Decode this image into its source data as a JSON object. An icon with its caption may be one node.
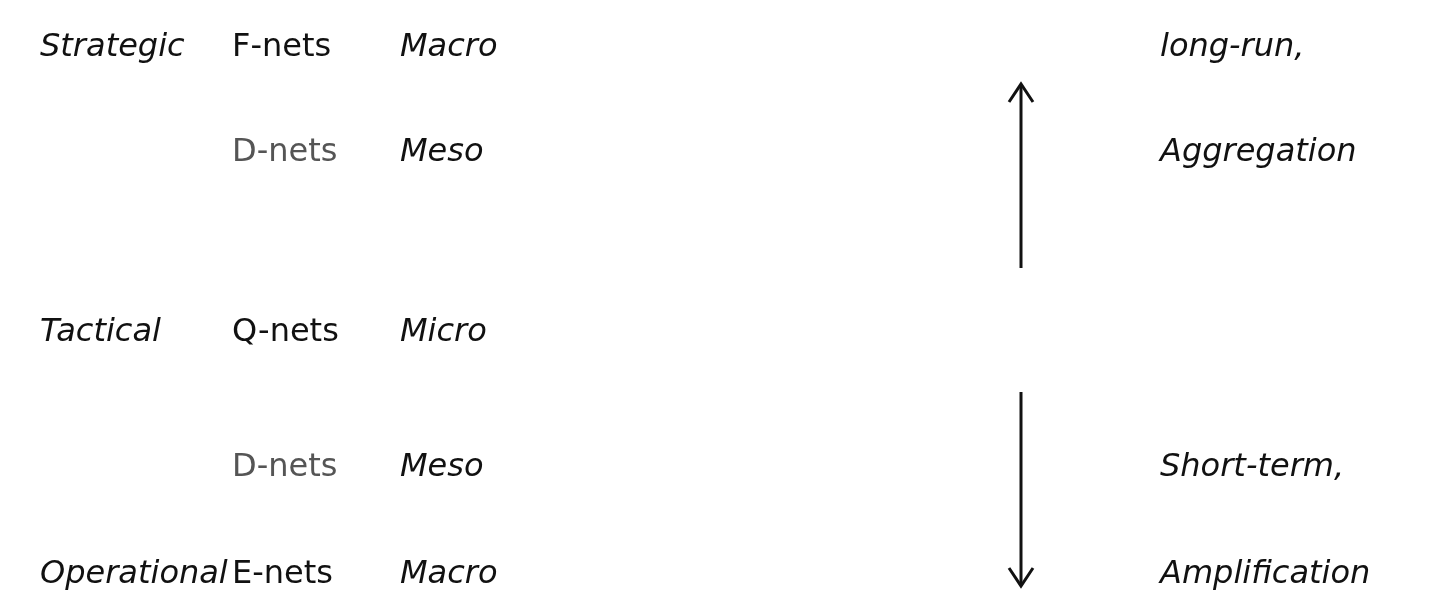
{
  "diagram": {
    "labels": [
      "Strategic",
      "F-nets",
      "Macro",
      "long-run,",
      "D-nets",
      "Meso",
      "Aggregation",
      "Tactical",
      "Q-nets",
      "Micro",
      "D-nets",
      "Meso",
      "Short-term,",
      "Operational",
      "E-nets",
      "Macro",
      "Amplification"
    ]
  }
}
